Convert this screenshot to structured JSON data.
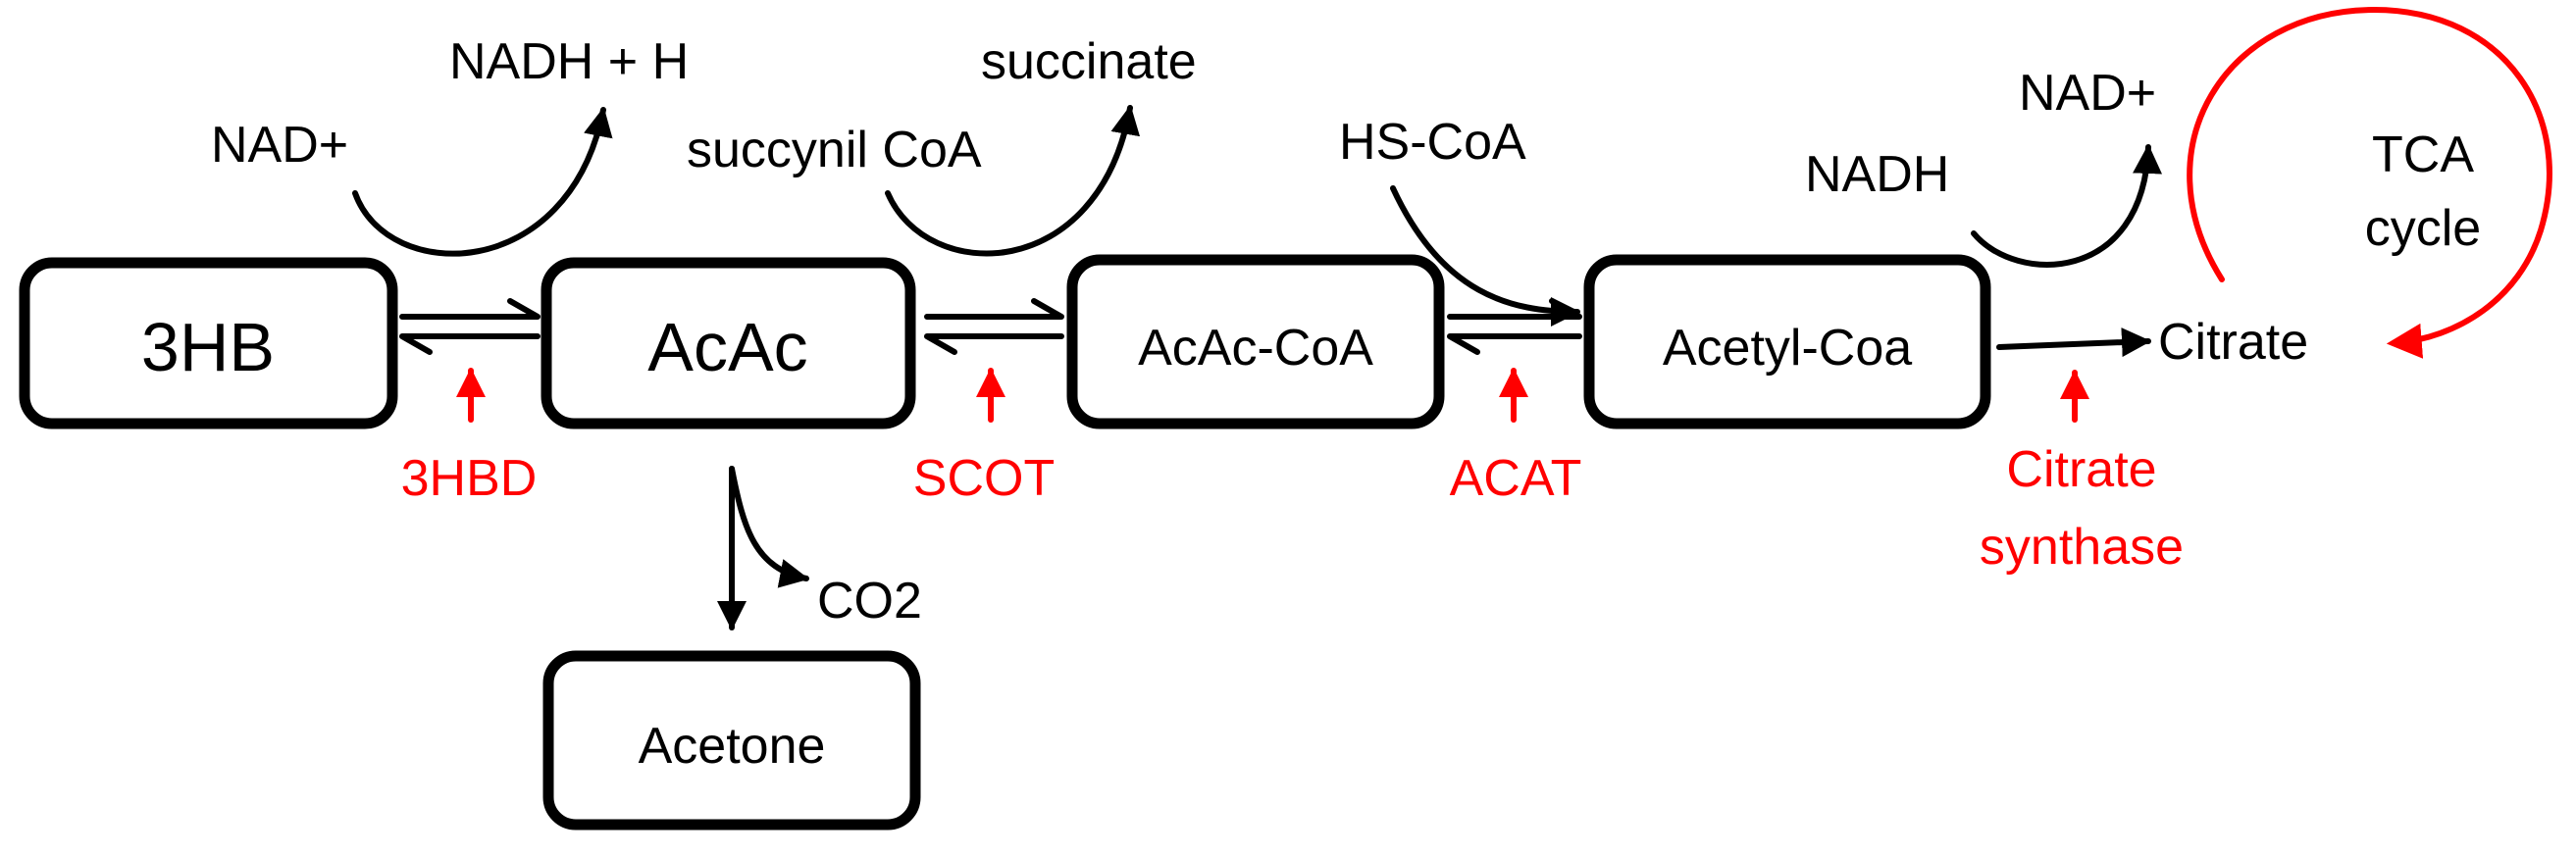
{
  "colors": {
    "line": "#000000",
    "enzyme": "#ff0000",
    "background": "#ffffff"
  },
  "nodes": {
    "hb3": "3HB",
    "acac": "AcAc",
    "acac_coa": "AcAc-CoA",
    "acetyl_coa": "Acetyl-Coa",
    "acetone": "Acetone",
    "citrate": "Citrate"
  },
  "cofactors": {
    "nad_plus_1": "NAD+",
    "nadh_h": "NADH + H",
    "succinyl_coa": "succynil CoA",
    "succinate": "succinate",
    "hs_coa": "HS-CoA",
    "nadh": "NADH",
    "nad_plus_2": "NAD+",
    "co2": "CO2"
  },
  "enzymes": {
    "hbd": "3HBD",
    "scot": "SCOT",
    "acat": "ACAT",
    "citrate_synthase_line1": "Citrate",
    "citrate_synthase_line2": "synthase"
  },
  "cycle": {
    "line1": "TCA",
    "line2": "cycle"
  }
}
